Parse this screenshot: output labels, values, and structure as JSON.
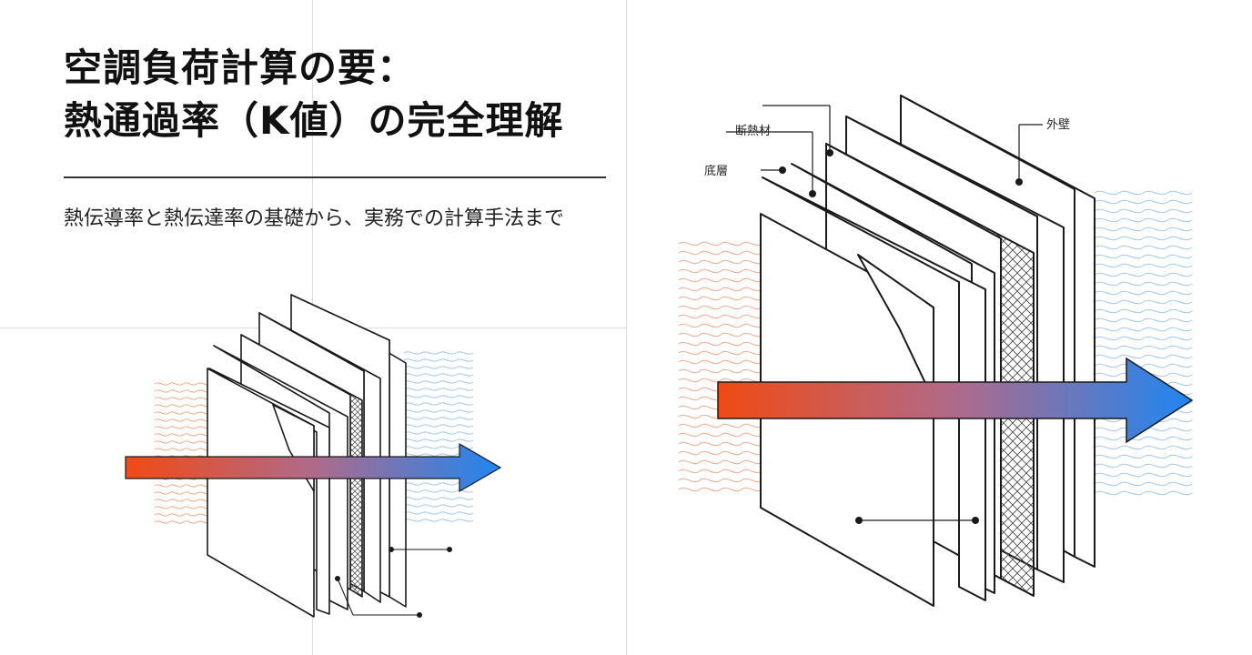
{
  "title": {
    "line1": "空調負荷計算の要：",
    "line2": "熱通過率（K値）の完全理解"
  },
  "subtitle": "熱伝導率と熱伝達率の基礎から、実務での計算手法まで",
  "diagram_labels": {
    "insulation": "断熱材",
    "base_layer": "底層",
    "exterior_wall": "外壁"
  },
  "colors": {
    "heat_hot": "#f04a14",
    "heat_cold": "#1f86f2",
    "line": "#1a1a1a",
    "grid": "#dcdcdc"
  }
}
